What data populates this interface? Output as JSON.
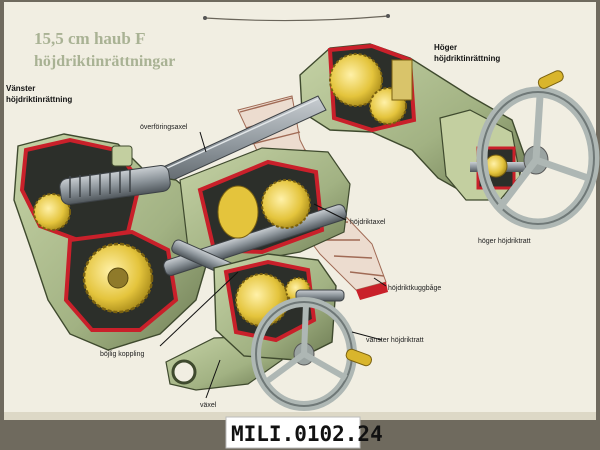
{
  "poster": {
    "title_line1": "15,5 cm haub F",
    "title_line2": "höjdriktinrättningar"
  },
  "labels": {
    "vanster_line1": "Vänster",
    "vanster_line2": "höjdriktinrättning",
    "hoger_line1": "Höger",
    "hoger_line2": "höjdriktinrättning",
    "overforingsaxel": "överföringsaxel",
    "hojdriktaxel": "höjdriktaxel",
    "hoger_hojdriktratt": "höger höjdriktratt",
    "hojdriktkuggbage": "höjdriktkuggbåge",
    "bojlig_koppling": "böjlig koppling",
    "vanster_hojdriktratt": "vänster höjdriktratt",
    "vaxel": "växel"
  },
  "catalog_tag": "MILI.0102.24",
  "colors": {
    "background": "#6f6a5e",
    "paper": "#f1eee2",
    "housing_green": "#aab98c",
    "housing_dark": "#5e6a47",
    "cutaway_red": "#c9202a",
    "gear_yellow": "#e4c43c",
    "shaft_steel": "#8d959b",
    "handle_yellow": "#d9b52c"
  }
}
